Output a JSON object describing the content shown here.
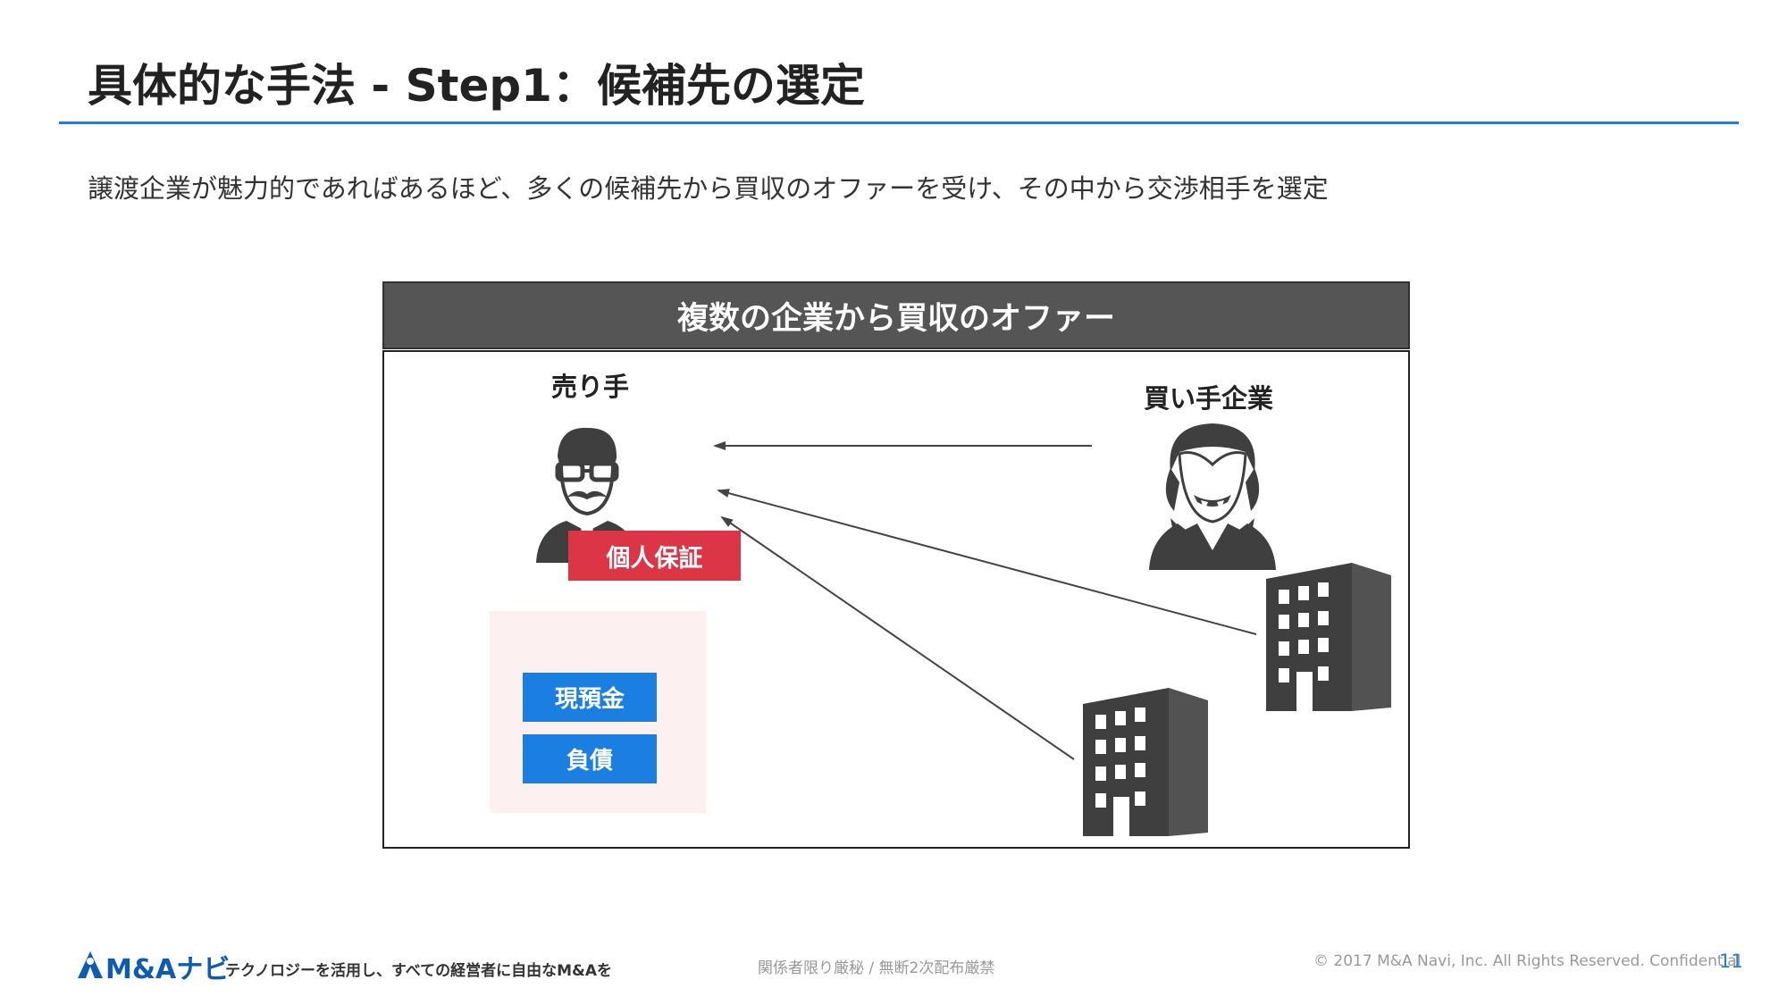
{
  "slide": {
    "title": "具体的な手法 - Step1：候補先の選定",
    "lead": "譲渡企業が魅力的であればあるほど、多くの候補先から買収のオファーを受け、その中から交渉相手を選定"
  },
  "diagram": {
    "header": "複数の企業から買収のオファー",
    "seller_label": "売り手",
    "buyer_label": "買い手企業",
    "guarantee_badge": "個人保証",
    "asset_items": [
      "現預金",
      "負債"
    ]
  },
  "footer": {
    "logo": "M&Aナビ",
    "tagline": "テクノロジーを活用し、すべての経営者に自由なM&Aを",
    "confidential": "関係者限り厳秘 / 無断2次配布厳禁",
    "copyright": "© 2017 M&A Navi, Inc. All Rights Reserved. Confidential",
    "page": "11"
  },
  "colors": {
    "accent": "#1a7fe0",
    "header_bg": "#555555",
    "badge_red": "#dc3545",
    "pink_bg": "#fdf0f0",
    "icon_dark": "#3f3f3f"
  },
  "icons": [
    "businessman-icon",
    "vampire-icon",
    "office-building-icon",
    "logo-icon"
  ]
}
